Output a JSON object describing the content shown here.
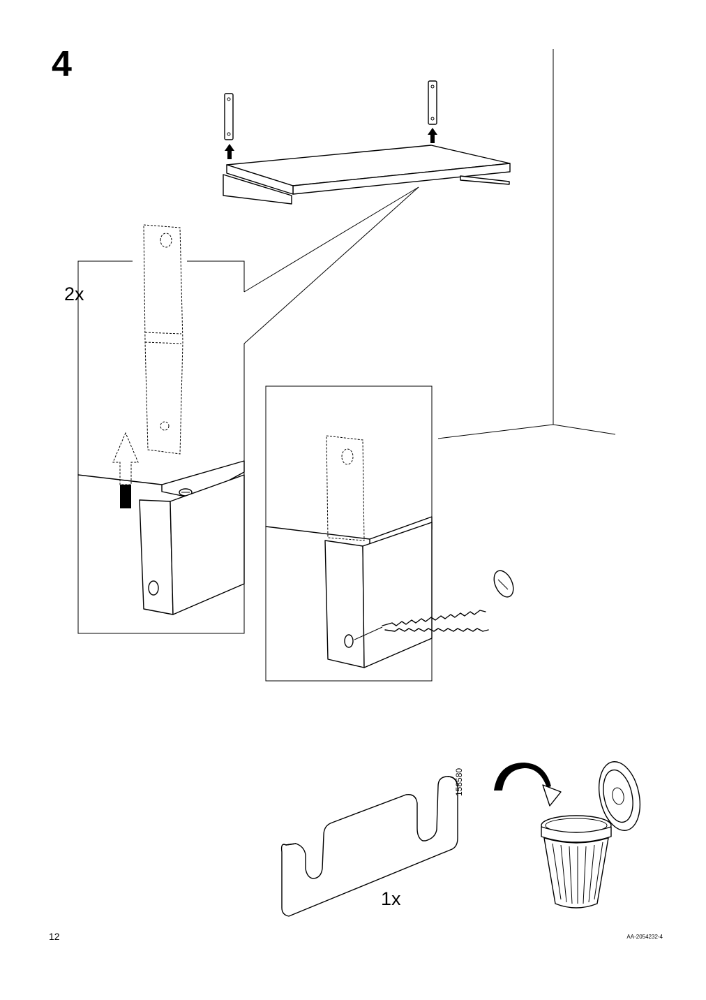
{
  "step": {
    "number": "4"
  },
  "details": {
    "quantity_bracket": "2x",
    "quantity_tool": "1x",
    "part_number": "158580"
  },
  "footer": {
    "page_number": "12",
    "document_code": "AA-2054232-4"
  },
  "icons": {
    "dispose": "trash-can-icon",
    "arrow": "up-arrow-icon"
  }
}
